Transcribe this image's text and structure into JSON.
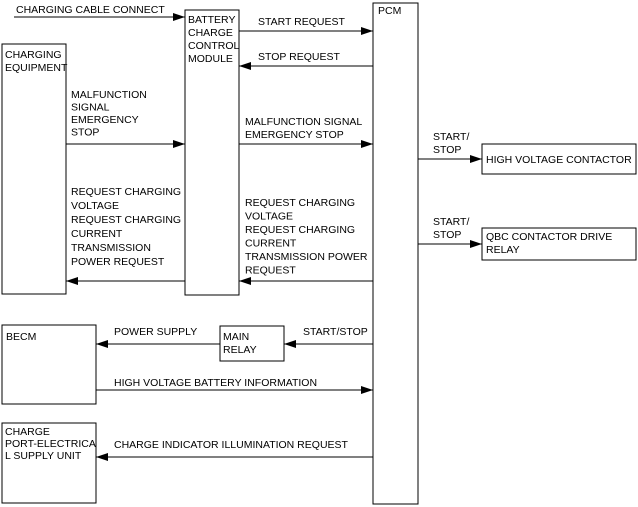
{
  "colors": {
    "line": "#000000",
    "background": "#ffffff",
    "text": "#000000"
  },
  "boxes": {
    "bccm": [
      "BATTERY",
      "CHARGE",
      "CONTROL",
      "MODULE"
    ],
    "pcm": [
      "PCM"
    ],
    "charging_equipment": [
      "CHARGING",
      "EQUIPMENT"
    ],
    "becm": [
      "BECM"
    ],
    "main_relay": [
      "MAIN",
      "RELAY"
    ],
    "charge_port": [
      "CHARGE",
      "PORT-ELECTRICA",
      "L SUPPLY UNIT"
    ],
    "hv_contactor": [
      "HIGH VOLTAGE CONTACTOR"
    ],
    "qbc_relay": [
      "QBC CONTACTOR DRIVE",
      "RELAY"
    ]
  },
  "signals": {
    "charging_cable_connect": [
      "CHARGING CABLE CONNECT"
    ],
    "start_request": [
      "START REQUEST"
    ],
    "stop_request": [
      "STOP REQUEST"
    ],
    "malfunction_left": [
      "MALFUNCTION",
      "SIGNAL",
      "EMERGENCY",
      "STOP"
    ],
    "malfunction_right": [
      "MALFUNCTION SIGNAL",
      "EMERGENCY STOP"
    ],
    "request_left": [
      "REQUEST CHARGING",
      "VOLTAGE",
      "REQUEST CHARGING",
      "CURRENT",
      "TRANSMISSION",
      "POWER REQUEST"
    ],
    "request_right": [
      "REQUEST CHARGING",
      "VOLTAGE",
      "REQUEST CHARGING",
      "CURRENT",
      "TRANSMISSION POWER",
      "REQUEST"
    ],
    "start_stop_hv": [
      "START/",
      "STOP"
    ],
    "start_stop_qbc": [
      "START/",
      "STOP"
    ],
    "power_supply": [
      "POWER SUPPLY"
    ],
    "start_stop_relay": [
      "START/STOP"
    ],
    "hv_battery_info": [
      "HIGH VOLTAGE BATTERY INFORMATION"
    ],
    "charge_indicator": [
      "CHARGE INDICATOR ILLUMINATION REQUEST"
    ]
  }
}
